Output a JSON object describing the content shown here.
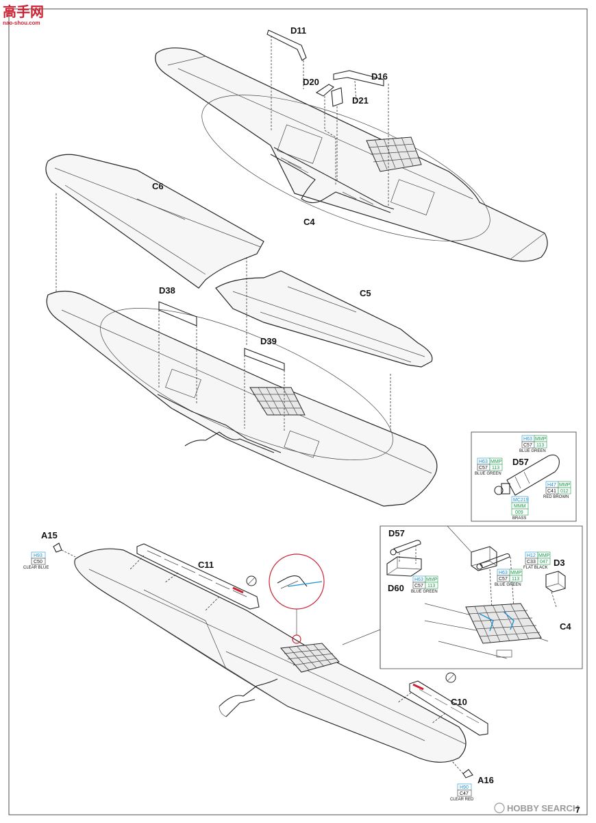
{
  "watermark": {
    "logo_text": "高手网",
    "url": "nao-shou.com",
    "brand_right": "HOBBY SEARCH"
  },
  "page_number": "7",
  "labels": {
    "d11": "D11",
    "d16": "D16",
    "d20": "D20",
    "d21": "D21",
    "c4_top": "C4",
    "c6": "C6",
    "c5": "C5",
    "d38": "D38",
    "d39": "D39",
    "d57_inset": "D57",
    "d57_small": "D57",
    "d60": "D60",
    "d3": "D3",
    "c4_inset": "C4",
    "a15": "A15",
    "c11": "C11",
    "c10": "C10",
    "a16": "A16"
  },
  "colors": {
    "d57_top": {
      "code1": "H63",
      "code2": "MMP",
      "code3": "C57",
      "code4": "113",
      "name": "BLUE GREEN"
    },
    "d57_left": {
      "code1": "H63",
      "code2": "MMP",
      "code3": "C57",
      "code4": "113",
      "name": "BLUE GREEN"
    },
    "d57_right": {
      "code1": "H47",
      "code2": "MMP",
      "code3": "C41",
      "code4": "012",
      "name": "RED BROWN"
    },
    "d57_bottom": {
      "code1": "MC219",
      "code2": "MMM",
      "code3": "009",
      "name": "BRASS"
    },
    "d60": {
      "code1": "H63",
      "code2": "MMP",
      "code3": "C57",
      "code4": "113",
      "name": "BLUE GREEN"
    },
    "d3": {
      "code1": "H12",
      "code2": "MMP",
      "code3": "C33",
      "code4": "047",
      "name": "FLAT BLACK"
    },
    "c4": {
      "code1": "H63",
      "code2": "MMP",
      "code3": "C57",
      "code4": "113",
      "name": "BLUE GREEN"
    },
    "a15": {
      "code1": "H93",
      "code2": "C50",
      "name": "CLEAR BLUE"
    },
    "a16": {
      "code1": "H90",
      "code2": "C47",
      "name": "CLEAR RED"
    }
  },
  "accent_colors": {
    "mr_color": "#1a8fd0",
    "mmp": "#1a9a4a",
    "highlight": "#cc2233"
  }
}
